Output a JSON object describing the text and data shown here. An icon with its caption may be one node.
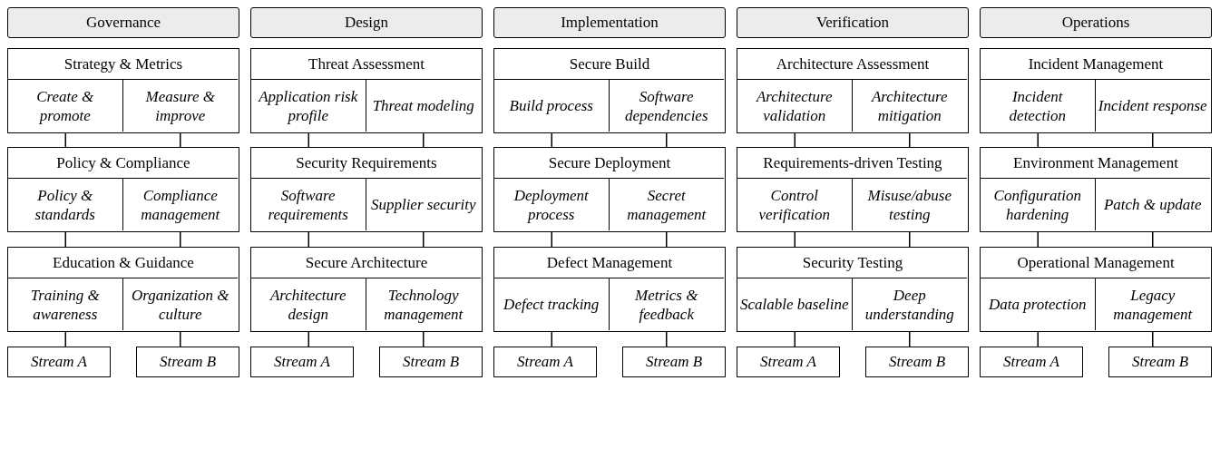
{
  "diagram": {
    "nodes": [
      {
        "text": [
          "Governance"
        ]
      },
      {
        "text": [
          "Strategy & Metrics"
        ]
      },
      {
        "text": [
          "Create & promote"
        ],
        "in": 1
      },
      {
        "text": [
          "Measure & improve"
        ],
        "in": 1
      },
      {
        "text": [
          "Policy & Compliance"
        ]
      },
      {
        "text": [
          "Policy & standards"
        ],
        "in": 4
      },
      {
        "text": [
          "Compliance management"
        ],
        "in": 4
      },
      {
        "text": [
          "Education & Guidance"
        ]
      },
      {
        "text": [
          "Training & awareness"
        ],
        "in": 7
      },
      {
        "text": [
          "Organization & culture"
        ],
        "in": 7
      },
      {
        "text": [
          "Stream A"
        ]
      },
      {
        "text": [
          "Stream B"
        ]
      },
      {
        "text": [
          "Design"
        ]
      },
      {
        "text": [
          "Threat Assessment"
        ]
      },
      {
        "text": [
          "Application risk profile"
        ],
        "in": 13
      },
      {
        "text": [
          "Threat modeling"
        ],
        "in": 13
      },
      {
        "text": [
          "Security Requirements"
        ]
      },
      {
        "text": [
          "Software requirements"
        ],
        "in": 16
      },
      {
        "text": [
          "Supplier security"
        ],
        "in": 16
      },
      {
        "text": [
          "Secure Architecture"
        ]
      },
      {
        "text": [
          "Architecture design"
        ],
        "in": 19
      },
      {
        "text": [
          "Technology management"
        ],
        "in": 19
      },
      {
        "text": [
          "Stream A"
        ]
      },
      {
        "text": [
          "Stream B"
        ]
      },
      {
        "text": [
          "Implementation"
        ]
      },
      {
        "text": [
          "Secure Build"
        ]
      },
      {
        "text": [
          "Build process"
        ],
        "in": 25
      },
      {
        "text": [
          "Software dependencies"
        ],
        "in": 25
      },
      {
        "text": [
          "Secure Deployment"
        ]
      },
      {
        "text": [
          "Deployment process"
        ],
        "in": 28
      },
      {
        "text": [
          "Secret management"
        ],
        "in": 28
      },
      {
        "text": [
          "Defect Management"
        ]
      },
      {
        "text": [
          "Defect tracking"
        ],
        "in": 31
      },
      {
        "text": [
          "Metrics & feedback"
        ],
        "in": 31
      },
      {
        "text": [
          "Stream A"
        ]
      },
      {
        "text": [
          "Stream B"
        ]
      },
      {
        "text": [
          "Verification"
        ]
      },
      {
        "text": [
          "Architecture Assessment"
        ]
      },
      {
        "text": [
          "Architecture validation"
        ],
        "in": 37
      },
      {
        "text": [
          "Architecture mitigation"
        ],
        "in": 37
      },
      {
        "text": [
          "Requirements-driven Testing"
        ]
      },
      {
        "text": [
          "Control verification"
        ],
        "in": 40
      },
      {
        "text": [
          "Misuse/abuse testing"
        ],
        "in": 40
      },
      {
        "text": [
          "Security Testing"
        ]
      },
      {
        "text": [
          "Scalable baseline"
        ],
        "in": 43
      },
      {
        "text": [
          "Deep understanding"
        ],
        "in": 43
      },
      {
        "text": [
          "Stream A"
        ]
      },
      {
        "text": [
          "Stream B"
        ]
      },
      {
        "text": [
          "Operations"
        ]
      },
      {
        "text": [
          "Incident Management"
        ]
      },
      {
        "text": [
          "Incident detection"
        ],
        "in": 49
      },
      {
        "text": [
          "Incident response"
        ],
        "in": 49
      },
      {
        "text": [
          "Environment Management"
        ]
      },
      {
        "text": [
          "Configuration hardening"
        ],
        "in": 52
      },
      {
        "text": [
          "Patch & update"
        ],
        "in": 52
      },
      {
        "text": [
          "Operational Management"
        ]
      },
      {
        "text": [
          "Data protection"
        ],
        "in": 55
      },
      {
        "text": [
          "Legacy management"
        ],
        "in": 55
      },
      {
        "text": [
          "Stream A"
        ]
      },
      {
        "text": [
          "Stream B"
        ]
      }
    ],
    "edges": [
      {
        "from": 2,
        "to": 4,
        "arrow": "none"
      },
      {
        "from": 3,
        "to": 4,
        "arrow": "none"
      },
      {
        "from": 5,
        "to": 7,
        "arrow": "none"
      },
      {
        "from": 6,
        "to": 7,
        "arrow": "none"
      },
      {
        "from": 8,
        "to": 10,
        "arrow": "none"
      },
      {
        "from": 9,
        "to": 11,
        "arrow": "none"
      },
      {
        "from": 14,
        "to": 16,
        "arrow": "none"
      },
      {
        "from": 15,
        "to": 16,
        "arrow": "none"
      },
      {
        "from": 17,
        "to": 19,
        "arrow": "none"
      },
      {
        "from": 18,
        "to": 19,
        "arrow": "none"
      },
      {
        "from": 20,
        "to": 22,
        "arrow": "none"
      },
      {
        "from": 21,
        "to": 23,
        "arrow": "none"
      },
      {
        "from": 26,
        "to": 28,
        "arrow": "none"
      },
      {
        "from": 27,
        "to": 28,
        "arrow": "none"
      },
      {
        "from": 29,
        "to": 31,
        "arrow": "none"
      },
      {
        "from": 30,
        "to": 31,
        "arrow": "none"
      },
      {
        "from": 32,
        "to": 34,
        "arrow": "none"
      },
      {
        "from": 33,
        "to": 35,
        "arrow": "none"
      },
      {
        "from": 38,
        "to": 40,
        "arrow": "none"
      },
      {
        "from": 39,
        "to": 40,
        "arrow": "none"
      },
      {
        "from": 41,
        "to": 43,
        "arrow": "none"
      },
      {
        "from": 42,
        "to": 43,
        "arrow": "none"
      },
      {
        "from": 44,
        "to": 46,
        "arrow": "none"
      },
      {
        "from": 45,
        "to": 47,
        "arrow": "none"
      },
      {
        "from": 50,
        "to": 52,
        "arrow": "none"
      },
      {
        "from": 51,
        "to": 52,
        "arrow": "none"
      },
      {
        "from": 53,
        "to": 55,
        "arrow": "none"
      },
      {
        "from": 54,
        "to": 55,
        "arrow": "none"
      },
      {
        "from": 56,
        "to": 58,
        "arrow": "none"
      },
      {
        "from": 57,
        "to": 59,
        "arrow": "none"
      }
    ]
  }
}
